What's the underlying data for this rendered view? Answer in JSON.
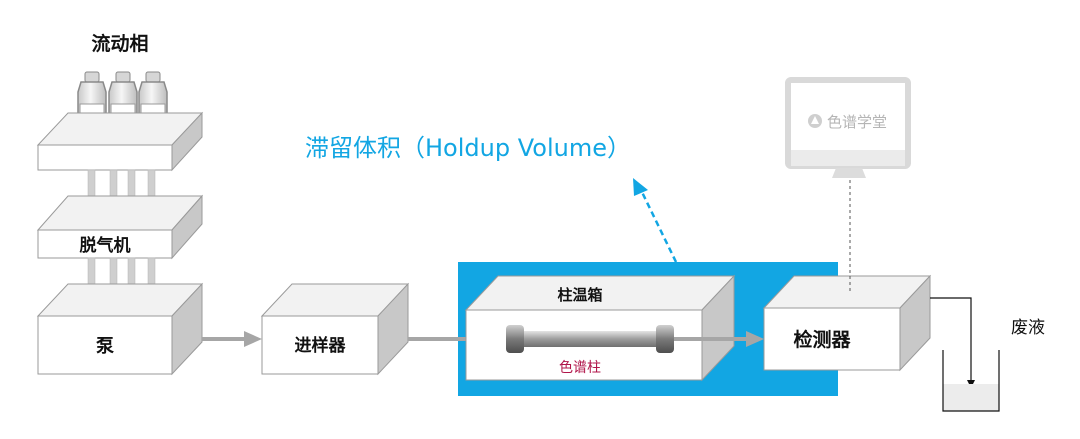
{
  "labels": {
    "mobile_phase": "流动相",
    "degasser": "脱气机",
    "pump": "泵",
    "autosampler": "进样器",
    "column_oven": "柱温箱",
    "column": "色谱柱",
    "detector": "检测器",
    "waste": "废液",
    "holdup_volume": "滞留体积（Holdup Volume）",
    "monitor_brand": "色谱学堂"
  },
  "colors": {
    "highlight_blue": "#12a6e3",
    "box_face": "#ffffff",
    "box_top": "#f2f2f2",
    "box_side": "#c8c8c8",
    "box_edge": "#9a9a9a",
    "arrow": "#a6a6a6",
    "column_label": "#b0154a",
    "monitor_frame": "#d9d9d9"
  }
}
